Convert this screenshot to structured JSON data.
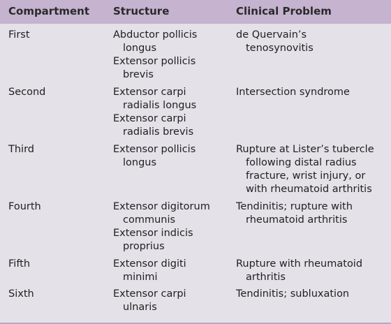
{
  "headers": {
    "compartment": "Compartment",
    "structure": "Structure",
    "problem": "Clinical Problem"
  },
  "rows": [
    {
      "compartment": "First",
      "structures": [
        [
          "Abductor pollicis",
          "longus"
        ],
        [
          "Extensor pollicis",
          "brevis"
        ]
      ],
      "problem": [
        "de Quervain’s",
        "tenosynovitis"
      ]
    },
    {
      "compartment": "Second",
      "structures": [
        [
          "Extensor carpi",
          "radialis longus"
        ],
        [
          "Extensor carpi",
          "radialis brevis"
        ]
      ],
      "problem": [
        "Intersection syndrome"
      ]
    },
    {
      "compartment": "Third",
      "structures": [
        [
          "Extensor pollicis",
          "longus"
        ]
      ],
      "problem": [
        "Rupture at Lister’s tubercle",
        "following distal radius",
        "fracture, wrist injury, or",
        "with rheumatoid arthritis"
      ]
    },
    {
      "compartment": "Fourth",
      "structures": [
        [
          "Extensor digitorum",
          "communis"
        ],
        [
          "Extensor indicis",
          "proprius"
        ]
      ],
      "problem": [
        "Tendinitis; rupture with",
        "rheumatoid arthritis"
      ]
    },
    {
      "compartment": "Fifth",
      "structures": [
        [
          "Extensor digiti",
          "minimi"
        ]
      ],
      "problem": [
        "Rupture with rheumatoid",
        "arthritis"
      ]
    },
    {
      "compartment": "Sixth",
      "structures": [
        [
          "Extensor carpi",
          "ulnaris"
        ]
      ],
      "problem": [
        "Tendinitis; subluxation"
      ]
    }
  ]
}
